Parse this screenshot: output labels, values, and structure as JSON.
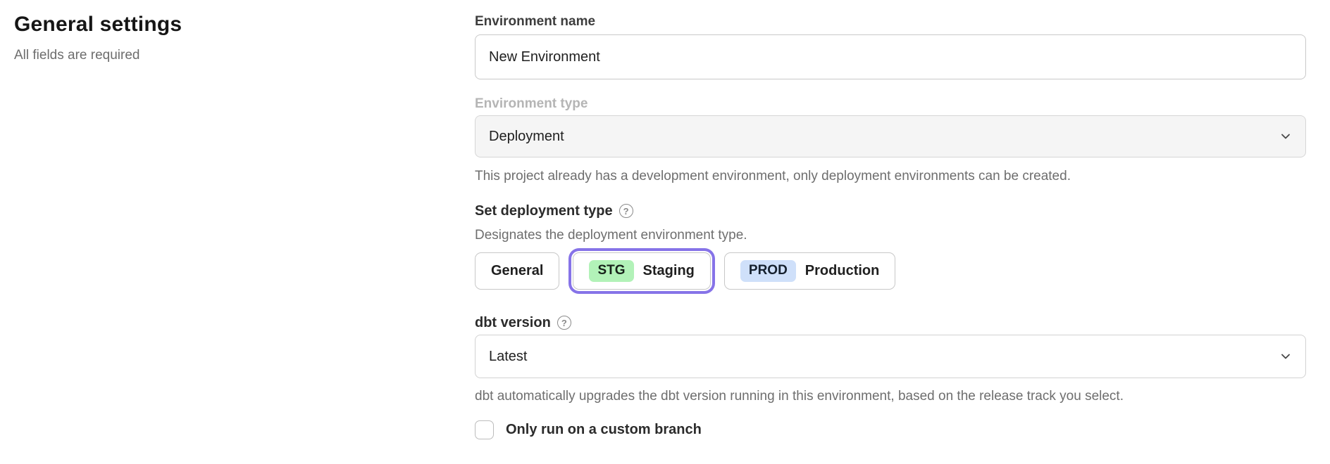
{
  "page": {
    "title": "General settings",
    "subtitle": "All fields are required"
  },
  "form": {
    "environment_name": {
      "label": "Environment name",
      "value": "New Environment"
    },
    "environment_type": {
      "label": "Environment type",
      "value": "Deployment",
      "disabled": true,
      "helper": "This project already has a development environment, only deployment environments can be created."
    },
    "deployment_type": {
      "label": "Set deployment type",
      "helper": "Designates the deployment environment type.",
      "options": [
        {
          "label": "General",
          "badge": "",
          "selected": false
        },
        {
          "label": "Staging",
          "badge": "STG",
          "selected": true
        },
        {
          "label": "Production",
          "badge": "PROD",
          "selected": false
        }
      ]
    },
    "dbt_version": {
      "label": "dbt version",
      "value": "Latest",
      "helper": "dbt automatically upgrades the dbt version running in this environment, based on the release track you select."
    },
    "custom_branch": {
      "label": "Only run on a custom branch",
      "checked": false
    }
  },
  "icons": {
    "help_icon": "?"
  },
  "colors": {
    "accent_selected_ring": "#8673e8",
    "badge_staging_bg": "#b2f2b8",
    "badge_production_bg": "#cfe0fa",
    "disabled_field_bg": "#f5f5f5"
  }
}
